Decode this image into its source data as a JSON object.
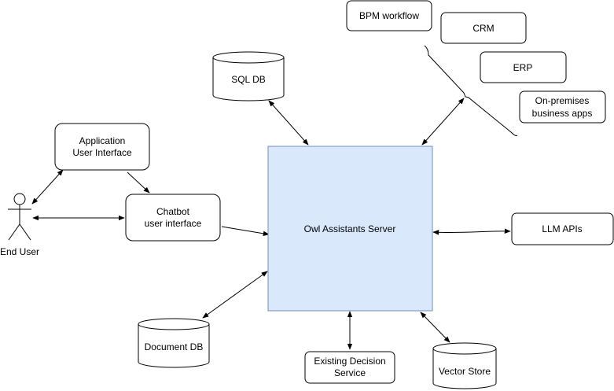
{
  "nodes": {
    "bpm": "BPM workflow",
    "crm": "CRM",
    "erp": "ERP",
    "onprem": [
      "On-premises",
      "business apps"
    ],
    "sqldb": "SQL DB",
    "appui": [
      "Application",
      "User Interface"
    ],
    "chatbot": [
      "Chatbot",
      "user interface"
    ],
    "enduser": "End User",
    "server": "Owl Assistants Server",
    "llm": "LLM APIs",
    "docdb": "Document DB",
    "decision": [
      "Existing Decision",
      "Service"
    ],
    "vector": "Vector Store"
  },
  "colors": {
    "server_fill": "#dae8fc",
    "server_stroke": "#6c8ebf",
    "stroke": "#000000"
  }
}
